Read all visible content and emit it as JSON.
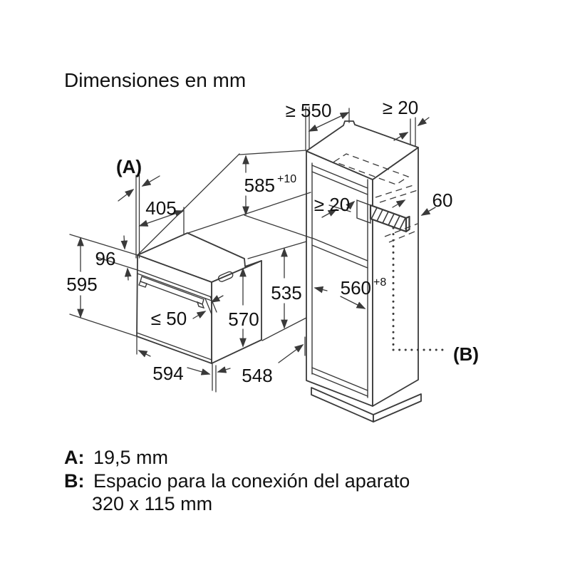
{
  "title": "Dimensiones en mm",
  "diagram": {
    "oven": {
      "a_ref": "(A)",
      "top_depth": "405",
      "strip_height": "96",
      "total_height": "595",
      "handle_depth": "≤ 50",
      "door_height": "570",
      "width": "594",
      "depth": "548",
      "rear_height": "535"
    },
    "cabinet": {
      "min_depth": "≥ 550",
      "rear_gap": "≥ 20",
      "niche_height": "585",
      "niche_height_tol": "+10",
      "conn_gap": "≥ 20",
      "conn_offset": "60",
      "niche_width": "560",
      "niche_width_tol": "+8",
      "b_ref": "(B)"
    }
  },
  "legend": {
    "a_label": "A:",
    "a_text": "19,5 mm",
    "b_label": "B:",
    "b_text": "Espacio para la conexión del aparato",
    "b_text2": "320 x 115 mm"
  },
  "colors": {
    "line": "#3a3a3a",
    "text": "#111111",
    "background": "#ffffff"
  }
}
